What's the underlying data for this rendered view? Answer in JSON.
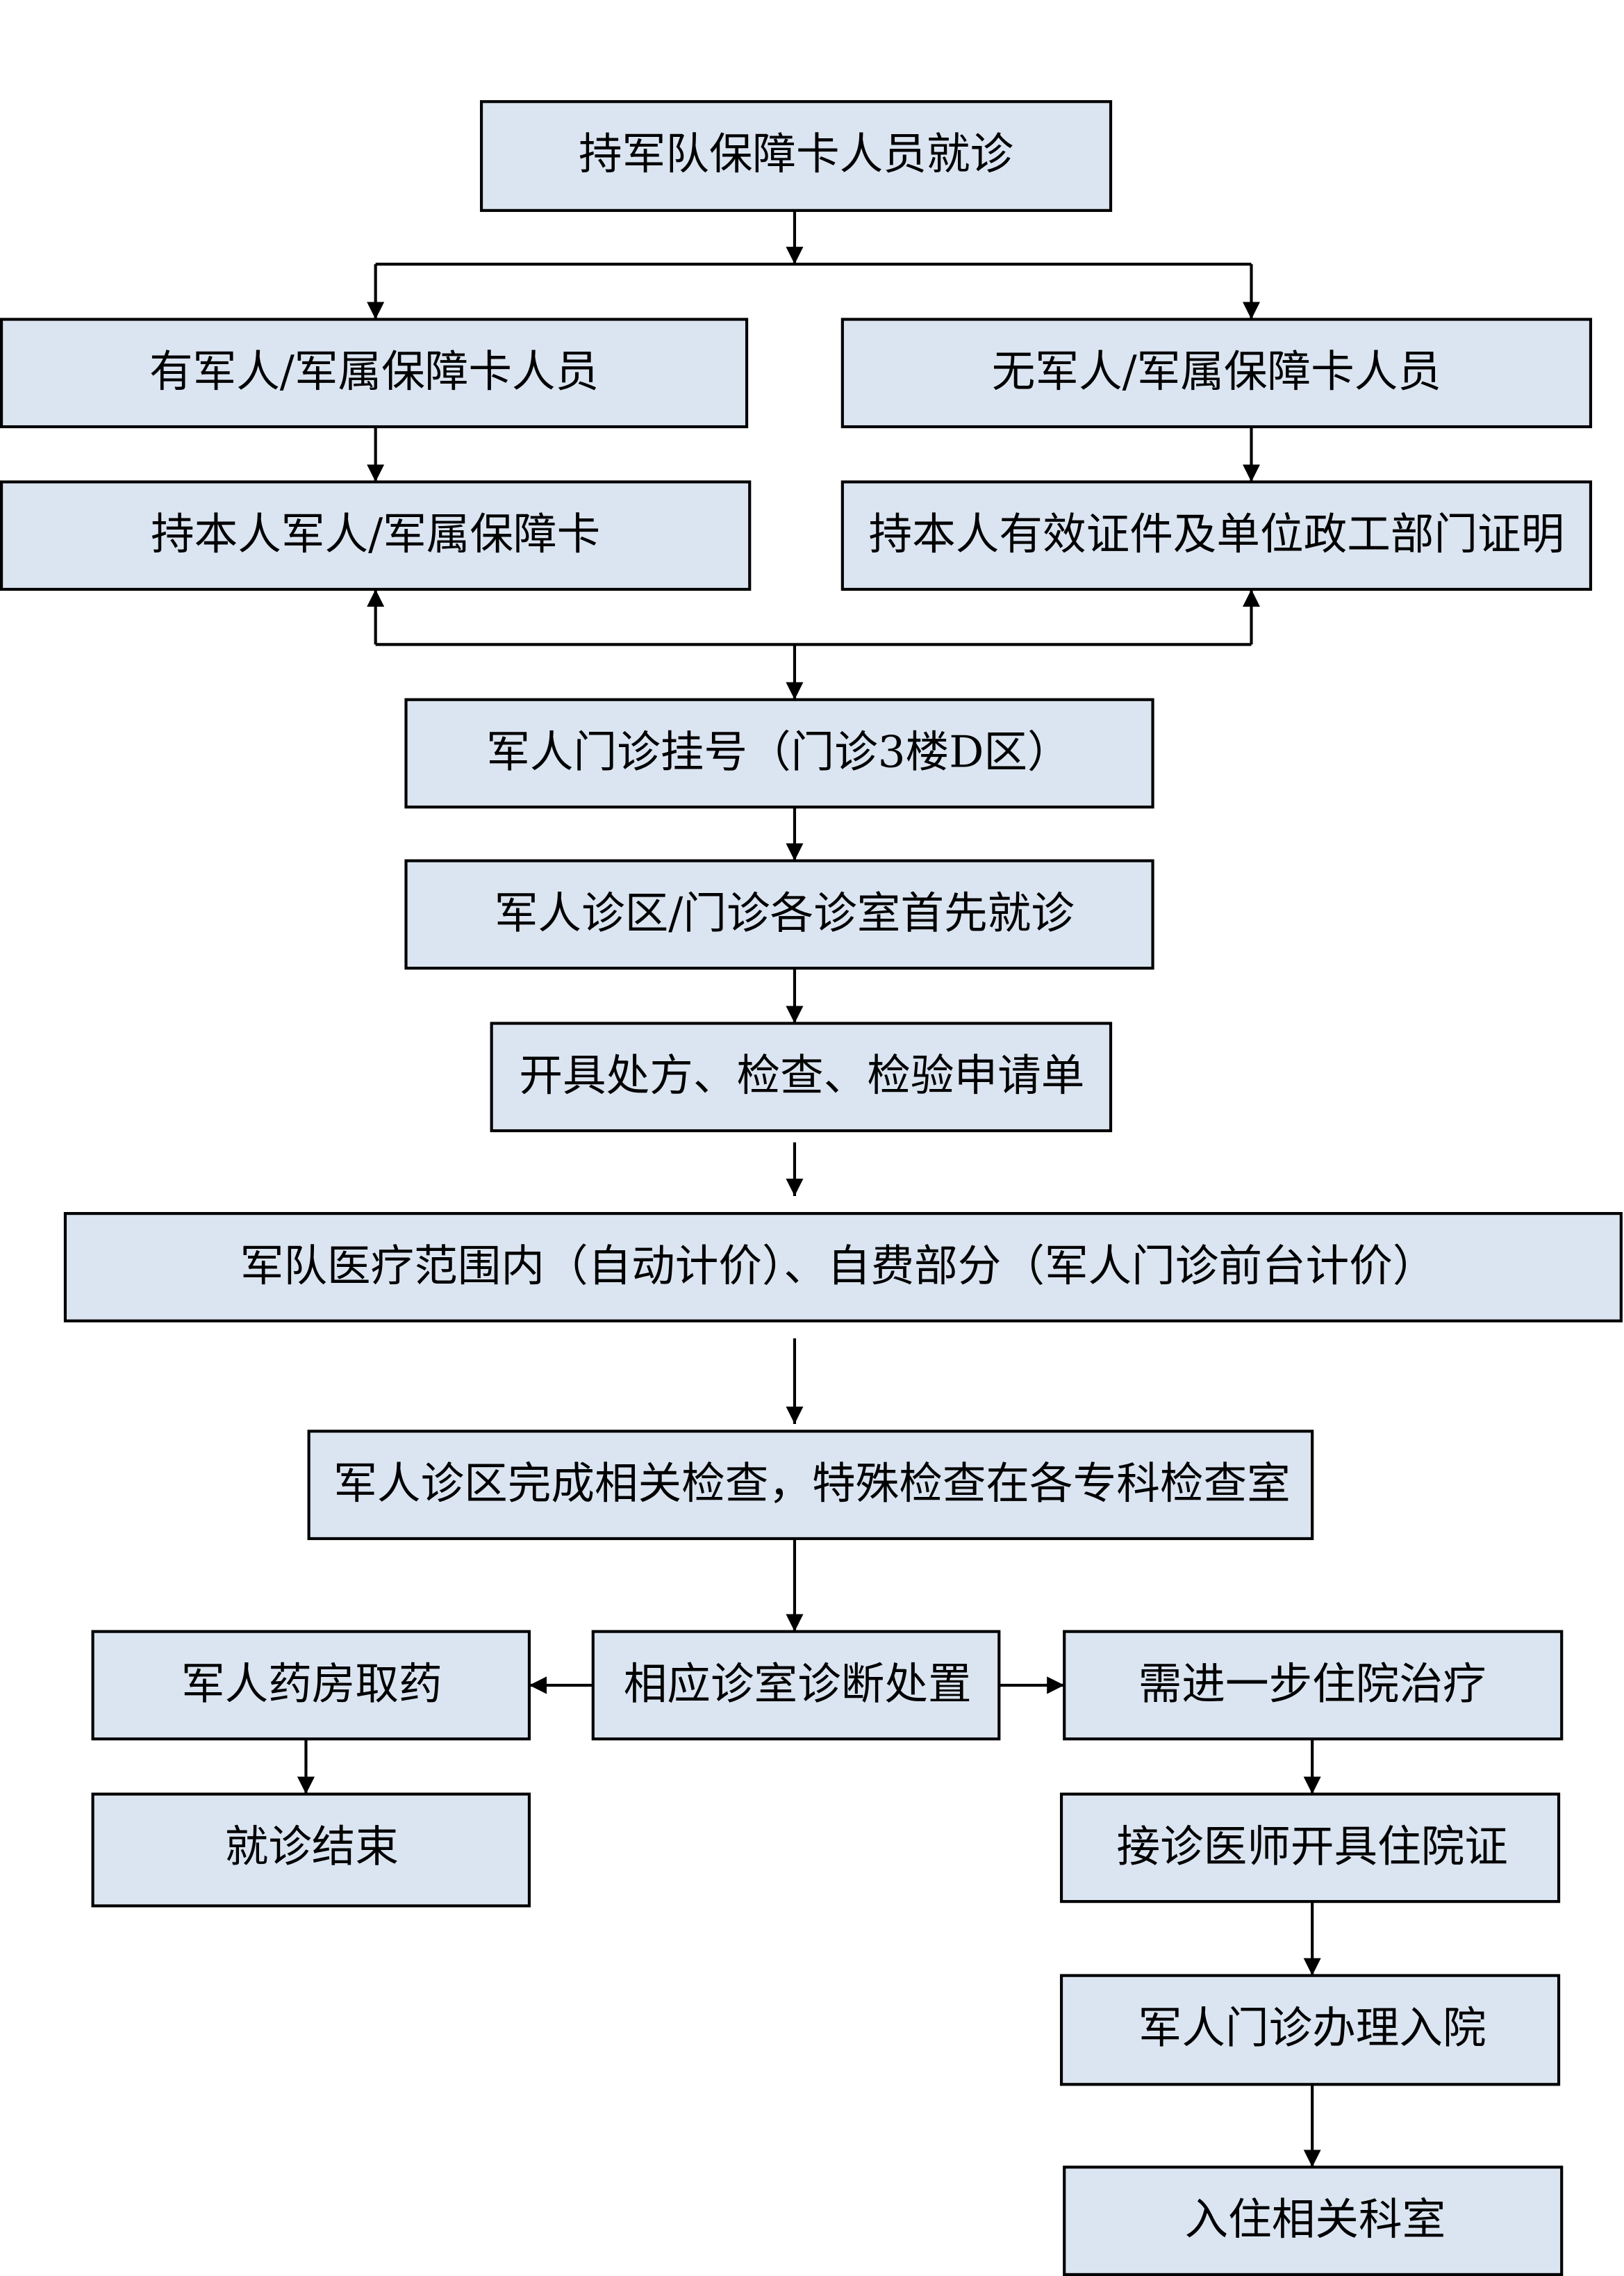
{
  "flowchart": {
    "nodes": [
      {
        "id": "start",
        "label": "持军队保障卡人员就诊"
      },
      {
        "id": "has_card",
        "label": "有军人/军属保障卡人员"
      },
      {
        "id": "no_card",
        "label": "无军人/军属保障卡人员"
      },
      {
        "id": "hold_card",
        "label": "持本人军人/军属保障卡"
      },
      {
        "id": "hold_id",
        "label": "持本人有效证件及单位政工部门证明"
      },
      {
        "id": "register",
        "label": "军人门诊挂号（门诊3楼D区）"
      },
      {
        "id": "first_visit",
        "label": "军人诊区/门诊各诊室首先就诊"
      },
      {
        "id": "prescribe",
        "label": "开具处方、检查、检验申请单"
      },
      {
        "id": "pricing",
        "label": "军队医疗范围内（自动计价）、自费部分（军人门诊前台计价）"
      },
      {
        "id": "exams",
        "label": "军人诊区完成相关检查，特殊检查在各专科检查室"
      },
      {
        "id": "pharmacy",
        "label": "军人药房取药"
      },
      {
        "id": "diagnosis",
        "label": "相应诊室诊断处置"
      },
      {
        "id": "hospitalize",
        "label": "需进一步住院治疗"
      },
      {
        "id": "end",
        "label": "就诊结束"
      },
      {
        "id": "admission_cert",
        "label": "接诊医师开具住院证"
      },
      {
        "id": "admission",
        "label": "军人门诊办理入院"
      },
      {
        "id": "ward",
        "label": "入住相关科室"
      }
    ],
    "colors": {
      "box_fill": "#dbe5f1",
      "stroke": "#000000"
    }
  }
}
